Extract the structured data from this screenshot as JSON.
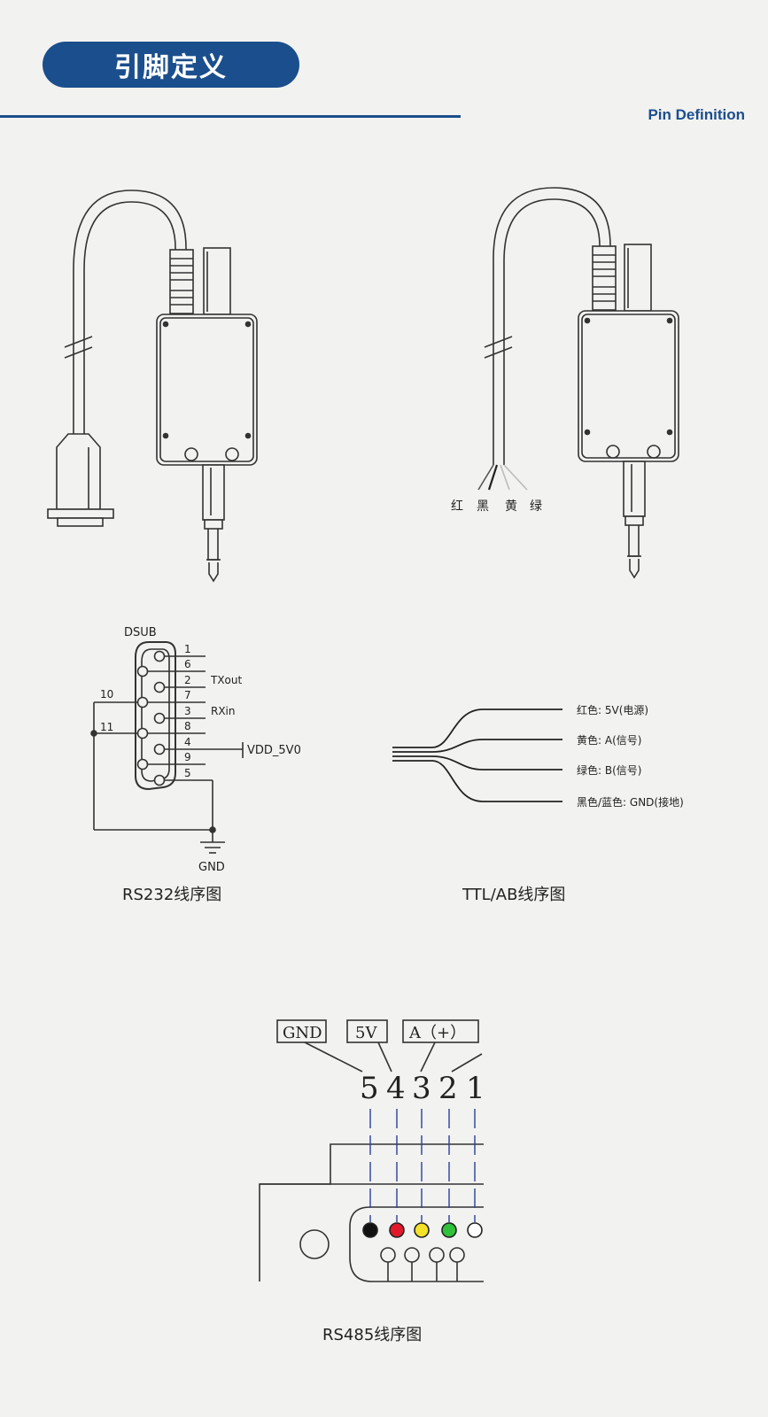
{
  "header": {
    "title": "引脚定义",
    "subtitle": "Pin Definition"
  },
  "wire_colors_label": {
    "red": "红",
    "black": "黑",
    "yellow": "黄",
    "green": "绿"
  },
  "rs232": {
    "connector": "DSUB",
    "pins": [
      "1",
      "6",
      "2",
      "7",
      "3",
      "8",
      "4",
      "9",
      "5"
    ],
    "side_pins": [
      "10",
      "11"
    ],
    "signals": {
      "txout": "TXout",
      "rxin": "RXin",
      "vdd": "VDD_5V0",
      "gnd": "GND"
    },
    "caption": "RS232线序图"
  },
  "ttl": {
    "wires": [
      "红色: 5V(电源)",
      "黄色: A(信号)",
      "绿色: B(信号)",
      "黑色/蓝色: GND(接地)"
    ],
    "caption": "TTL/AB线序图"
  },
  "rs485": {
    "labels": [
      "GND",
      "5V",
      "A（+）"
    ],
    "pin_numbers": [
      "5",
      "4",
      "3",
      "2",
      "1"
    ],
    "dot_colors": [
      "#111111",
      "#e0192b",
      "#f3e12a",
      "#2fc13a",
      "#ffffff"
    ],
    "caption": "RS485线序图"
  }
}
